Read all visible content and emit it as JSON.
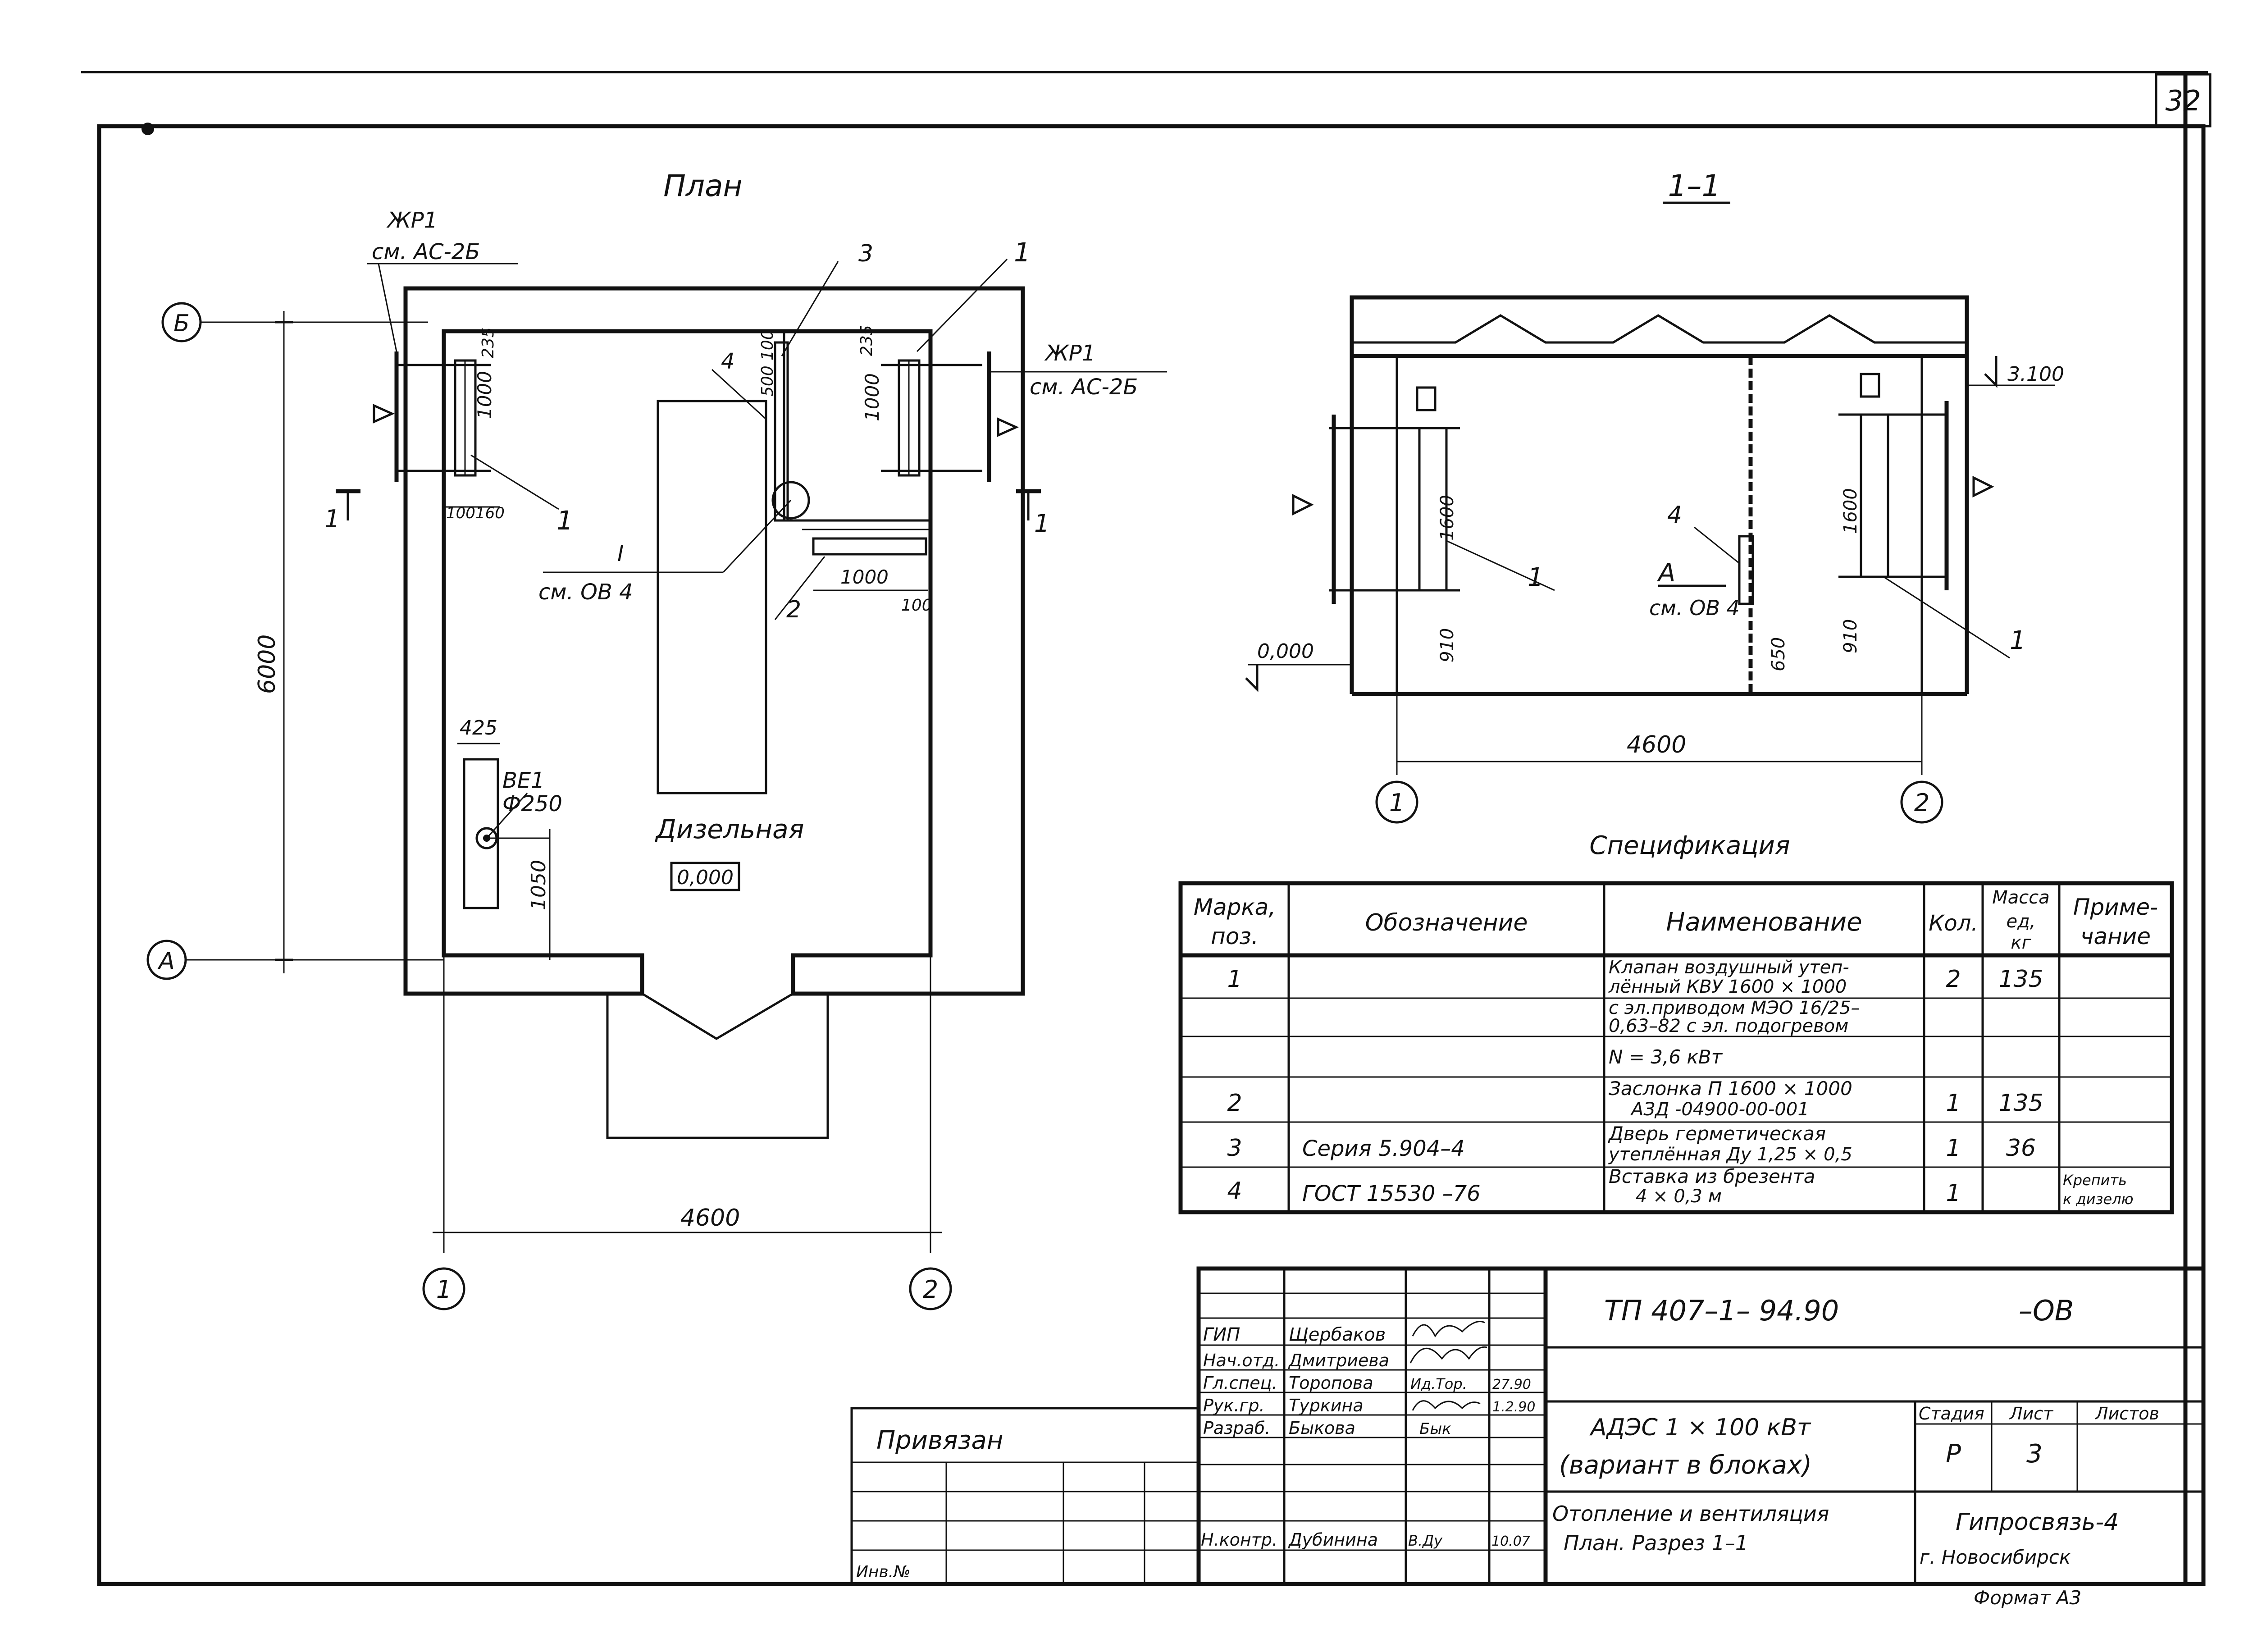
{
  "sheet": {
    "number": "32",
    "format": "Формат А3"
  },
  "plan": {
    "title": "План",
    "wall_note_left": {
      "mark": "ЖР1",
      "ref": "см. АС-2Б"
    },
    "wall_note_right": {
      "mark": "ЖР1",
      "ref": "см. АС-2Б"
    },
    "axis_b": "Б",
    "axis_a": "А",
    "axis_1": "1",
    "axis_2": "2",
    "dim_6000": "6000",
    "dim_4600": "4600",
    "dim_1000_left": "1000",
    "dim_235_left": "235",
    "dim_100_left": "100",
    "dim_160_left": "160",
    "dim_1000_right": "1000",
    "dim_235_right": "235",
    "dim_500": "500",
    "dim_100_top": "100",
    "dim_1000_bottom": "1000",
    "dim_100_bottom": "100",
    "dim_425": "425",
    "dim_1050": "1050",
    "callout_1a": "1",
    "callout_1b": "1",
    "callout_2": "2",
    "callout_3": "3",
    "callout_4": "4",
    "node_ref_mark": "I",
    "node_ref_text": "см. ОВ 4",
    "section_mark_left": "1",
    "section_mark_right": "1",
    "vent_mark": "ВЕ1",
    "vent_diam": "Ф250",
    "room_name": "Дизельная",
    "room_level": "0,000"
  },
  "section": {
    "title": "1–1",
    "level_top": "3.100",
    "level_zero": "0,000",
    "dim_1600_left": "1600",
    "dim_910_left": "910",
    "dim_1600_right": "1600",
    "dim_910_right": "910",
    "dim_650": "650",
    "dim_4600": "4600",
    "callout_1a": "1",
    "callout_1b": "1",
    "callout_4": "4",
    "view_mark": "А",
    "view_ref": "см. ОВ 4",
    "axis_1": "1",
    "axis_2": "2"
  },
  "spec": {
    "title": "Спецификация",
    "headers": {
      "mark_line1": "Марка,",
      "mark_line2": "поз.",
      "designation": "Обозначение",
      "name": "Наименование",
      "qty": "Кол.",
      "mass_line1": "Масса",
      "mass_line2": "ед,",
      "mass_line3": "кг",
      "note_line1": "Приме-",
      "note_line2": "чание"
    },
    "rows": [
      {
        "pos": "1",
        "designation": "",
        "name_line1": "Клапан воздушный утеп-",
        "name_line2": "лённый КВУ 1600 × 1000",
        "qty": "2",
        "mass": "135",
        "note_line1": "",
        "note_line2": ""
      },
      {
        "pos": "",
        "designation": "",
        "name_line1": "с эл.приводом МЭО 16/25–",
        "name_line2": "0,63–82 с эл. подогревом",
        "qty": "",
        "mass": "",
        "note_line1": "",
        "note_line2": ""
      },
      {
        "pos": "",
        "designation": "",
        "name_line1": "N = 3,6 кВт",
        "name_line2": "",
        "qty": "",
        "mass": "",
        "note_line1": "",
        "note_line2": ""
      },
      {
        "pos": "2",
        "designation": "",
        "name_line1": "Заслонка П 1600 × 1000",
        "name_line2": "АЗД -04900-00-001",
        "qty": "1",
        "mass": "135",
        "note_line1": "",
        "note_line2": ""
      },
      {
        "pos": "3",
        "designation": "Серия 5.904–4",
        "name_line1": "Дверь герметическая",
        "name_line2": "утеплённая Ду 1,25 × 0,5",
        "qty": "1",
        "mass": "36",
        "note_line1": "",
        "note_line2": ""
      },
      {
        "pos": "4",
        "designation": "ГОСТ 15530 –76",
        "name_line1": "Вставка из брезента",
        "name_line2": "4 × 0,3 м",
        "qty": "1",
        "mass": "",
        "note_line1": "Крепить",
        "note_line2": "к дизелю"
      }
    ]
  },
  "title_block": {
    "code": "ТП 407–1– 94.90",
    "suffix": "–ОВ",
    "object_line1": "АДЭС 1 × 100 кВт",
    "object_line2": "(вариант в блоках)",
    "sheet_title_line1": "Отопление и вентиляция",
    "sheet_title_line2": "План. Разрез 1–1",
    "stage_label": "Стадия",
    "sheet_label": "Лист",
    "sheets_label": "Листов",
    "stage_value": "Р",
    "sheet_value": "3",
    "org_line1": "Гипросвязь-4",
    "org_line2": "г. Новосибирск",
    "attached_label": "Привязан",
    "inv_label": "Инв.№",
    "staff": [
      {
        "role": "ГИП",
        "name": "Щербаков",
        "date": ""
      },
      {
        "role": "Нач.отд.",
        "name": "Дмитриева",
        "date": ""
      },
      {
        "role": "Гл.спец.",
        "name": "Торопова",
        "date": "27.90"
      },
      {
        "role": "Рук.гр.",
        "name": "Туркина",
        "date": "1.2.90"
      },
      {
        "role": "Разраб.",
        "name": "Быкова",
        "date": ""
      },
      {
        "role": "Н.контр.",
        "name": "Дубинина",
        "date": "10.07"
      }
    ],
    "signatures": [
      "",
      "",
      "Ид.Тор.",
      "",
      "Бык",
      "В.Ду"
    ]
  }
}
